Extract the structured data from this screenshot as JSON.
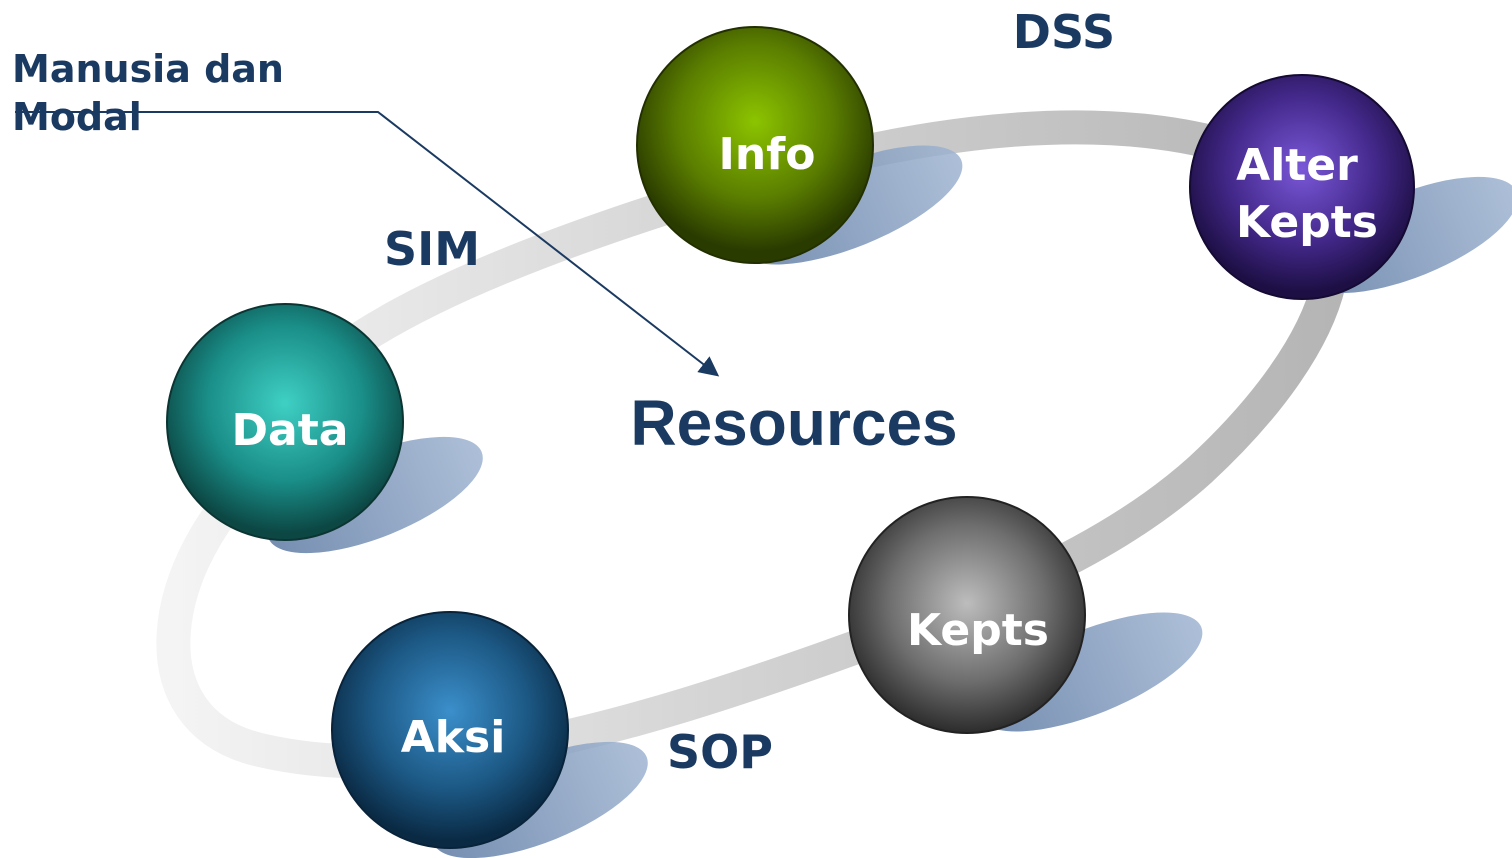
{
  "nodes": {
    "data": "Data",
    "info": "Info",
    "alter_line1": "Alter",
    "alter_line2": "Kepts",
    "kepts": "Kepts",
    "aksi": "Aksi"
  },
  "labels": {
    "sim": "SIM",
    "dss": "DSS",
    "sop": "SOP",
    "resources": "Resources",
    "manusia_line1": "Manusia dan",
    "manusia_line2": "Modal"
  },
  "colors": {
    "text_dark": "#1b3a62",
    "node_data": "#1f9a93",
    "node_info": "#6b8e00",
    "node_alter": "#4b2f8f",
    "node_kepts": "#7a7a7a",
    "node_aksi": "#1d5a87",
    "shadow": "#8aa4c4",
    "loop": "#c8c8c8"
  }
}
